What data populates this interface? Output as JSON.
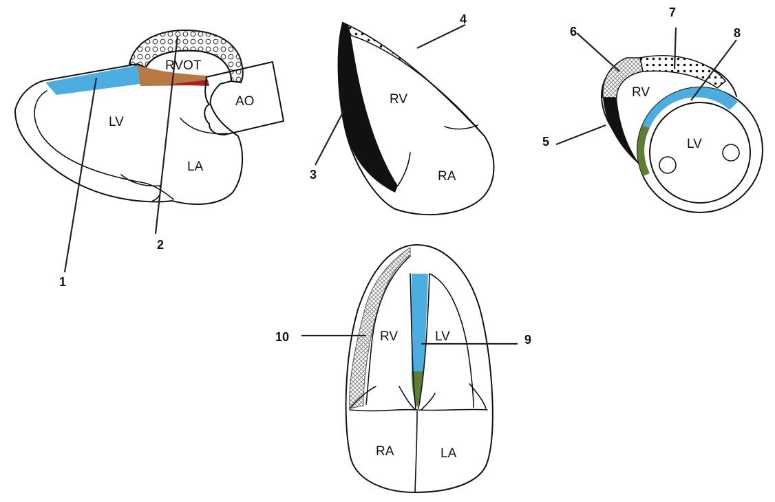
{
  "colors": {
    "blue": "#4aaee0",
    "brown": "#b87844",
    "red": "#a8201e",
    "green": "#5c7f34",
    "black": "#111111",
    "hatch": "#777777",
    "leader": "#222222"
  },
  "diagrams": {
    "plax": {
      "lv": "LV",
      "la": "LA",
      "ao": "AO",
      "rvot": "RVOT"
    },
    "rv_inflow": {
      "rv": "RV",
      "ra": "RA"
    },
    "sax": {
      "rv": "RV",
      "lv": "LV"
    },
    "a4c": {
      "rv": "RV",
      "lv": "LV",
      "ra": "RA",
      "la": "LA"
    }
  },
  "callouts": [
    "1",
    "2",
    "3",
    "4",
    "5",
    "6",
    "7",
    "8",
    "9",
    "10"
  ]
}
